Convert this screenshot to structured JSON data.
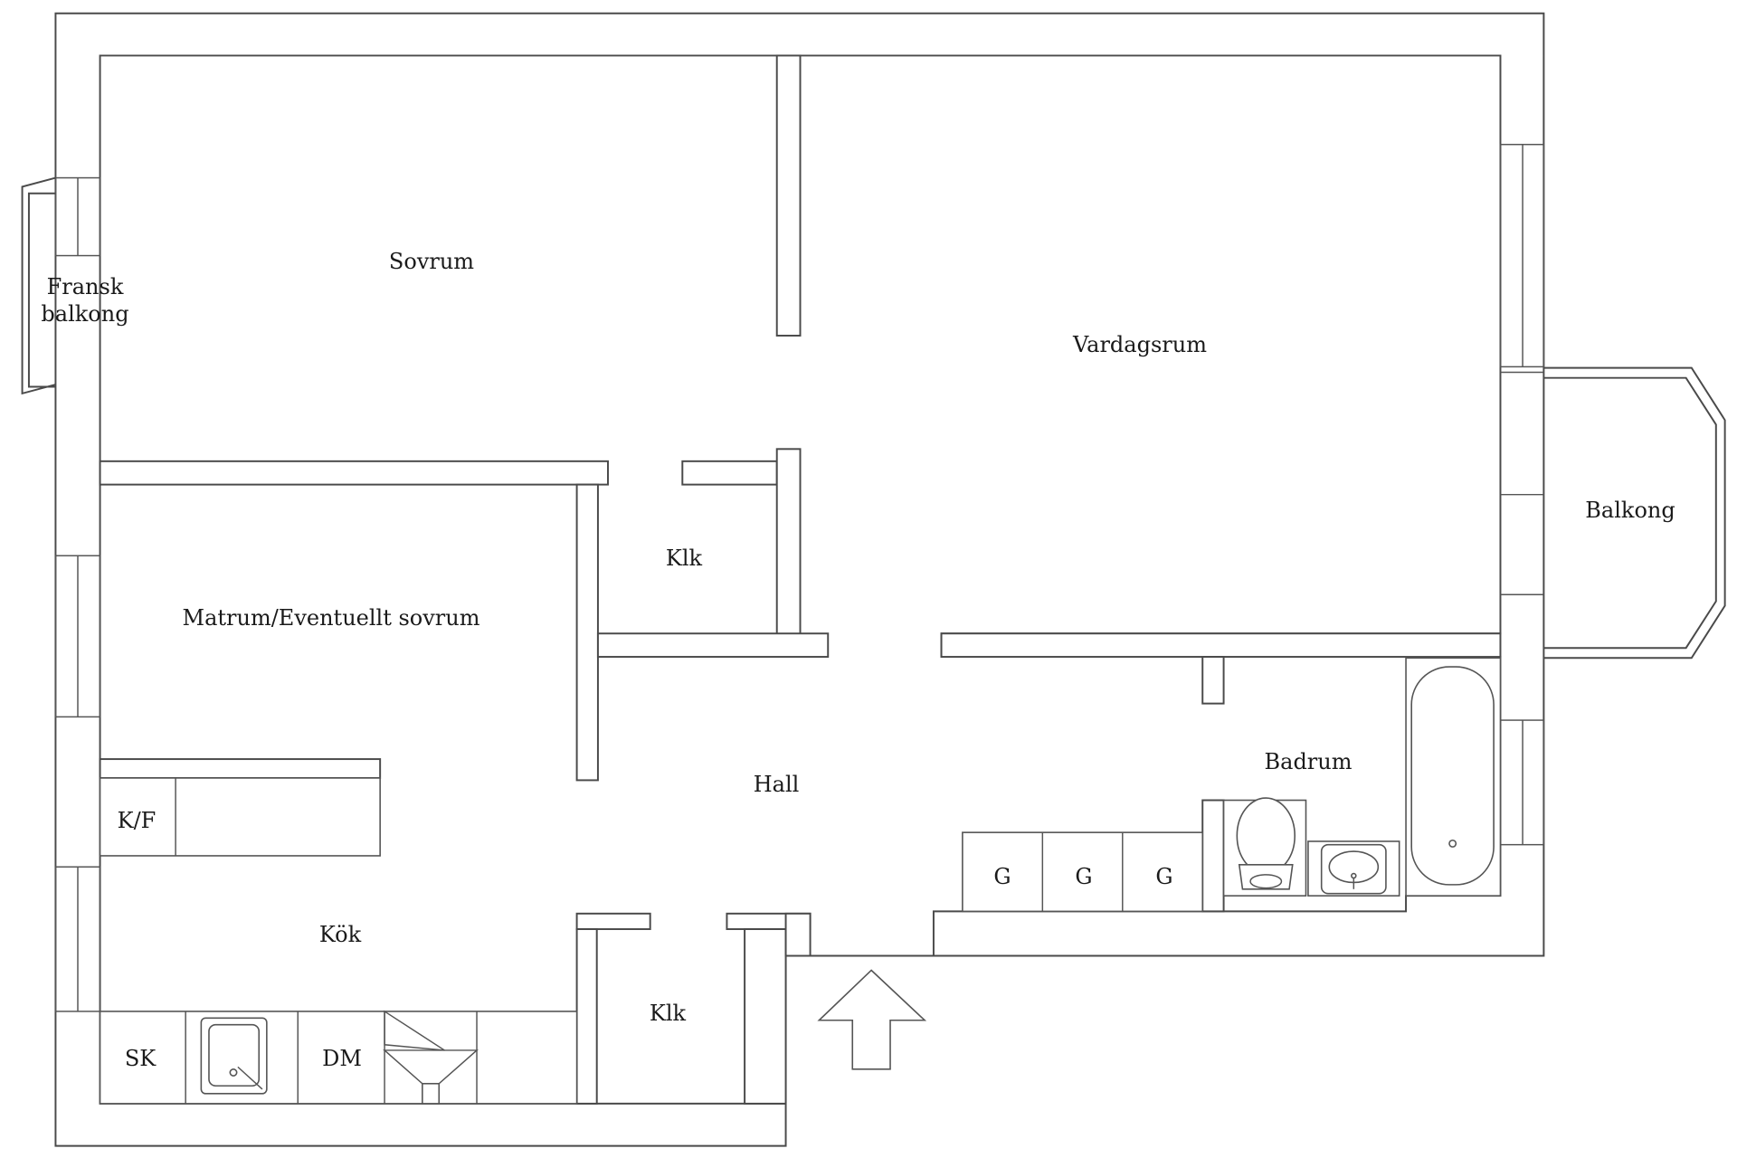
{
  "rooms": {
    "sovrum": "Sovrum",
    "vardagsrum": "Vardagsrum",
    "fransk_balkong": "Fransk\nbalkong",
    "balkong": "Balkong",
    "matrum": "Matrum/Eventuellt sovrum",
    "klk_upper": "Klk",
    "klk_lower": "Klk",
    "hall": "Hall",
    "badrum": "Badrum",
    "kok": "Kök"
  },
  "fixtures": {
    "kf": "K/F",
    "sk": "SK",
    "dm": "DM",
    "g1": "G",
    "g2": "G",
    "g3": "G"
  },
  "icons": {
    "entrance": "entrance-arrow-icon",
    "sink": "kitchen-sink-icon",
    "stove_hood": "stove-hood-icon",
    "toilet": "toilet-icon",
    "washbasin": "washbasin-icon",
    "bathtub": "bathtub-icon"
  },
  "colors": {
    "wall_stroke": "#4a4a4a",
    "background": "#ffffff"
  }
}
